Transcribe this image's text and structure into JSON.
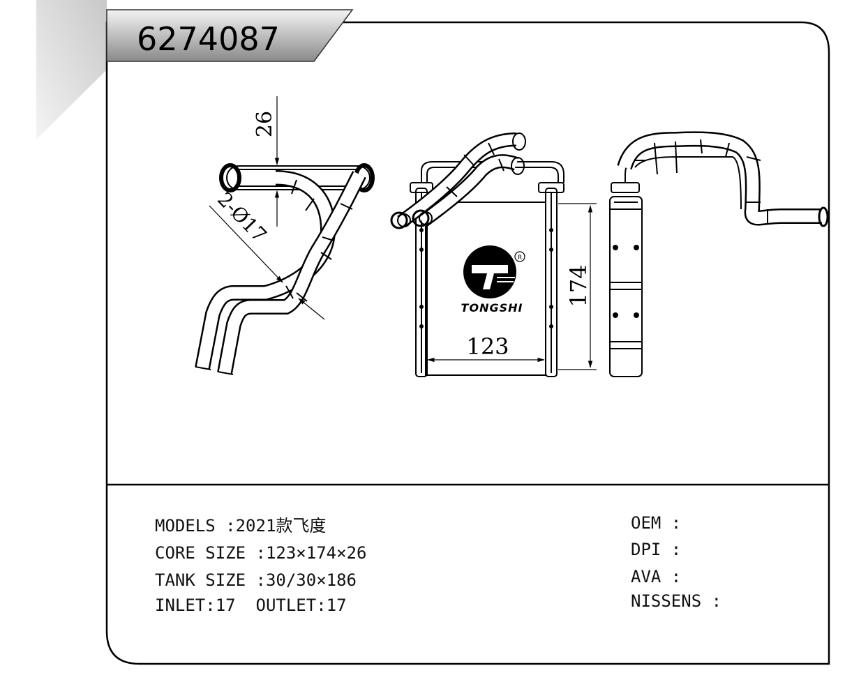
{
  "part_number": "6274087",
  "brand": {
    "name": "TONGSHI",
    "registered_mark": "R"
  },
  "dimensions": {
    "thickness": "26",
    "pipe_diameter": "2-Ø17",
    "height": "174",
    "width": "123"
  },
  "specs": {
    "models": "MODELS :2021款飞度",
    "core_size": "CORE SIZE :123×174×26",
    "tank_size": "TANK SIZE :30/30×186",
    "inlet_outlet": "INLET:17  OUTLET:17"
  },
  "references": {
    "oem": "OEM :",
    "dpi": "DPI :",
    "ava": "AVA :",
    "nissens": "NISSENS :"
  }
}
